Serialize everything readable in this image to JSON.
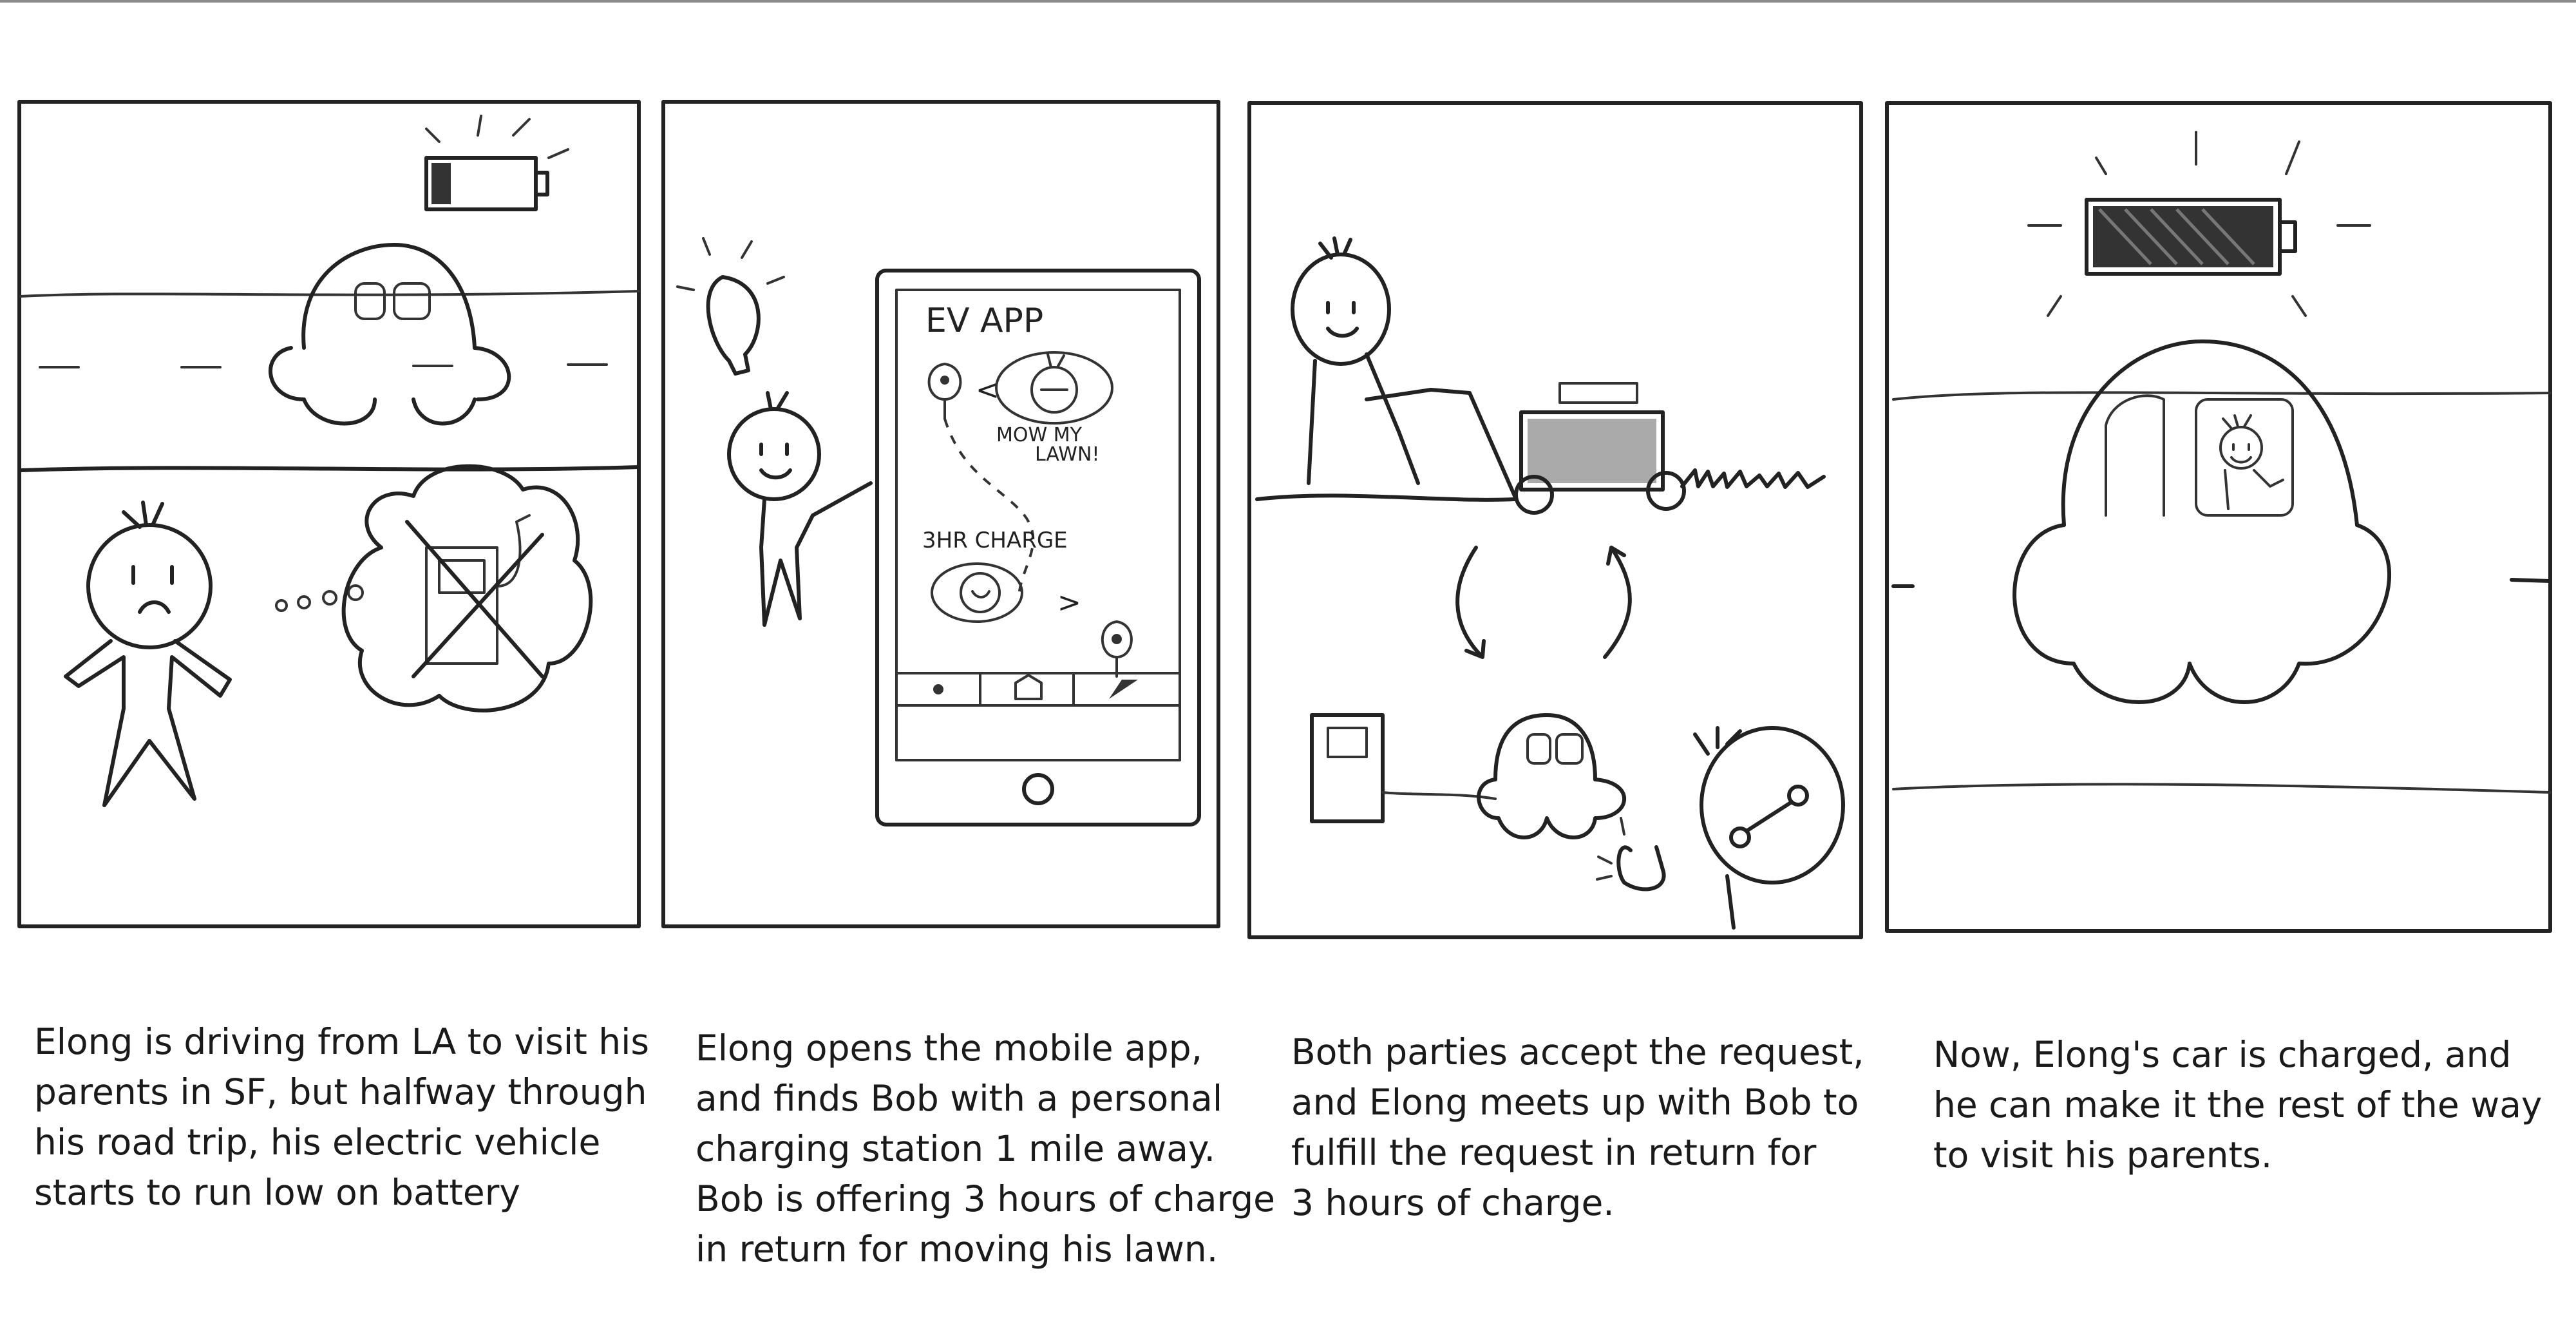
{
  "panels": [
    {
      "caption_lines": [
        "Elong is driving from LA to visit his",
        "parents in SF, but halfway through",
        "his road trip, his electric vehicle",
        "starts to run low on battery"
      ]
    },
    {
      "app_title": "EV APP",
      "request_text_line1": "MOW MY",
      "request_text_line2": "LAWN!",
      "offer_text": "3HR CHARGE",
      "caption_lines": [
        "Elong opens the mobile app,",
        "and finds Bob with a personal",
        "charging station 1 mile away.",
        "Bob is offering 3 hours of charge",
        "in return for moving his lawn."
      ]
    },
    {
      "caption_lines": [
        "Both parties accept the request,",
        "and Elong meets up with Bob to",
        "fulfill the request in return for",
        "3 hours of charge."
      ]
    },
    {
      "caption_lines": [
        "Now, Elong's car is charged, and",
        "he can make it the rest of the way",
        "to visit his parents."
      ]
    }
  ]
}
